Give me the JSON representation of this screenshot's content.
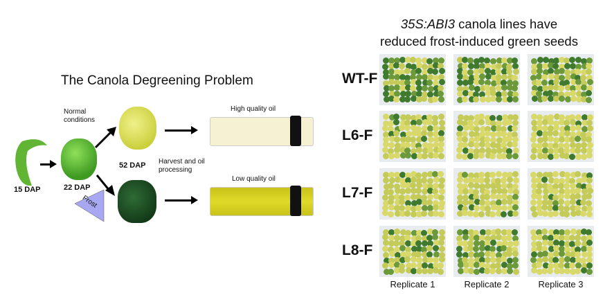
{
  "left": {
    "title": "The Canola Degreening Problem",
    "stage_15": "15 DAP",
    "stage_22": "22 DAP",
    "stage_52": "52 DAP",
    "normal_conditions": "Normal conditions",
    "frost": "Frost",
    "harvest": "Harvest and oil processing",
    "high_oil": "High quality oil",
    "low_oil": "Low quality oil"
  },
  "right": {
    "title_italic": "35S:ABI3",
    "title_rest": " canola lines have",
    "title_line2": "reduced frost-induced green seeds",
    "rows": [
      {
        "label": "WT-F"
      },
      {
        "label": "L6-F"
      },
      {
        "label": "L7-F"
      },
      {
        "label": "L8-F"
      }
    ],
    "replicates": [
      "Replicate 1",
      "Replicate 2",
      "Replicate 3"
    ]
  },
  "colors": {
    "frost": "#a7a7f2",
    "high_oil": "#f6f1d2",
    "low_oil": "#d6cf1c",
    "seed_green": "#4d8a32",
    "seed_yellow": "#d8d96a"
  }
}
